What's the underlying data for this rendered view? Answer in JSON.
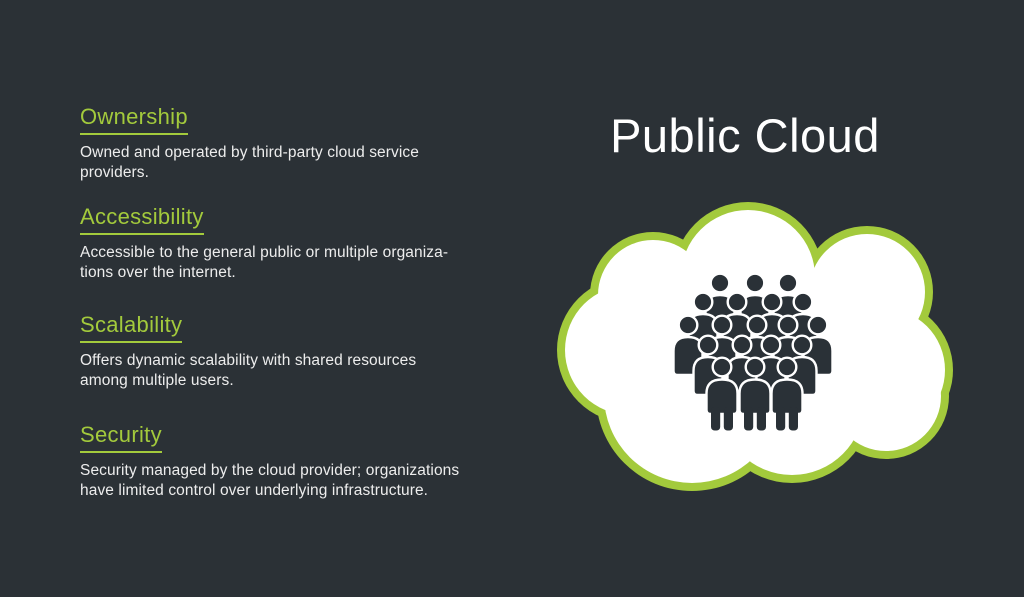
{
  "slide": {
    "title": "Public Cloud",
    "sections": [
      {
        "title": "Ownership",
        "body": "Owned and operated by third-party cloud service\nproviders."
      },
      {
        "title": "Accessibility",
        "body": "Accessible to the general public or multiple organiza-\ntions over the internet."
      },
      {
        "title": "Scalability",
        "body": "Offers dynamic scalability with shared resources\namong multiple users."
      },
      {
        "title": "Security",
        "body": "Security managed by the cloud provider; organizations\nhave limited control over underlying infrastructure."
      }
    ],
    "illustration": {
      "icon": "cloud-with-crowd-icon"
    },
    "colors": {
      "background": "#2B3136",
      "accent_green": "#A3CA3C",
      "title_text": "#FFFFFF",
      "body_text": "#EDEDED",
      "cloud_fill": "#FFFFFF",
      "crowd_figures": "#2A3137"
    }
  }
}
